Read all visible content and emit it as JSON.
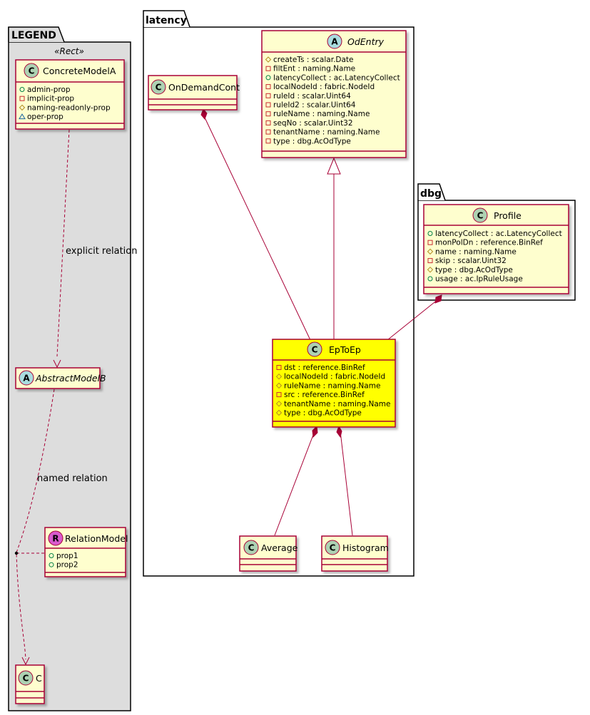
{
  "packages": {
    "legend": {
      "title": "LEGEND",
      "stereotype": "«Rect»"
    },
    "latency": {
      "title": "latency"
    },
    "dbg": {
      "title": "dbg"
    }
  },
  "classes": {
    "concrete_model_a": {
      "badge": "C",
      "name": "ConcreteModelA",
      "attributes": [
        {
          "vis": "public",
          "text": "admin-prop"
        },
        {
          "vis": "private",
          "text": "implicit-prop"
        },
        {
          "vis": "protected",
          "text": "naming-readonly-prop"
        },
        {
          "vis": "package",
          "text": "oper-prop"
        }
      ]
    },
    "abstract_model_b": {
      "badge": "A",
      "name": "AbstractModelB",
      "attributes": []
    },
    "relation_model": {
      "badge": "R",
      "name": "RelationModel",
      "attributes": [
        {
          "vis": "public",
          "text": "prop1"
        },
        {
          "vis": "public",
          "text": "prop2"
        }
      ]
    },
    "c": {
      "badge": "C",
      "name": "C",
      "attributes": []
    },
    "on_demand_cont": {
      "badge": "C",
      "name": "OnDemandCont",
      "attributes": []
    },
    "od_entry": {
      "badge": "A",
      "name": "OdEntry",
      "attributes": [
        {
          "vis": "protected",
          "text": "createTs : scalar.Date"
        },
        {
          "vis": "private",
          "text": "filtEnt : naming.Name"
        },
        {
          "vis": "public",
          "text": "latencyCollect : ac.LatencyCollect"
        },
        {
          "vis": "private",
          "text": "localNodeId : fabric.NodeId"
        },
        {
          "vis": "private",
          "text": "ruleId : scalar.Uint64"
        },
        {
          "vis": "private",
          "text": "ruleId2 : scalar.Uint64"
        },
        {
          "vis": "private",
          "text": "ruleName : naming.Name"
        },
        {
          "vis": "private",
          "text": "seqNo : scalar.Uint32"
        },
        {
          "vis": "private",
          "text": "tenantName : naming.Name"
        },
        {
          "vis": "private",
          "text": "type : dbg.AcOdType"
        }
      ]
    },
    "ep_to_ep": {
      "badge": "C",
      "name": "EpToEp",
      "attributes": [
        {
          "vis": "private",
          "text": "dst : reference.BinRef"
        },
        {
          "vis": "protected",
          "text": "localNodeId : fabric.NodeId"
        },
        {
          "vis": "protected",
          "text": "ruleName : naming.Name"
        },
        {
          "vis": "private",
          "text": "src : reference.BinRef"
        },
        {
          "vis": "protected",
          "text": "tenantName : naming.Name"
        },
        {
          "vis": "protected",
          "text": "type : dbg.AcOdType"
        }
      ]
    },
    "average": {
      "badge": "C",
      "name": "Average",
      "attributes": []
    },
    "histogram": {
      "badge": "C",
      "name": "Histogram",
      "attributes": []
    },
    "profile": {
      "badge": "C",
      "name": "Profile",
      "attributes": [
        {
          "vis": "public",
          "text": "latencyCollect : ac.LatencyCollect"
        },
        {
          "vis": "private",
          "text": "monPolDn : reference.BinRef"
        },
        {
          "vis": "protected",
          "text": "name : naming.Name"
        },
        {
          "vis": "private",
          "text": "skip : scalar.Uint32"
        },
        {
          "vis": "protected",
          "text": "type : dbg.AcOdType"
        },
        {
          "vis": "public",
          "text": "usage : ac.IpRuleUsage"
        }
      ]
    }
  },
  "relations": {
    "explicit": "explicit relation",
    "named": "named relation"
  },
  "colors": {
    "class_fill": "#FEFECE",
    "class_border": "#A80036",
    "highlight_fill": "#FFFF00",
    "legend_bg": "#DDDDDD",
    "badge_c": "#ADD1B2",
    "badge_a": "#A9DCDF",
    "badge_r": "#D95ACD",
    "edge": "#A80036"
  }
}
